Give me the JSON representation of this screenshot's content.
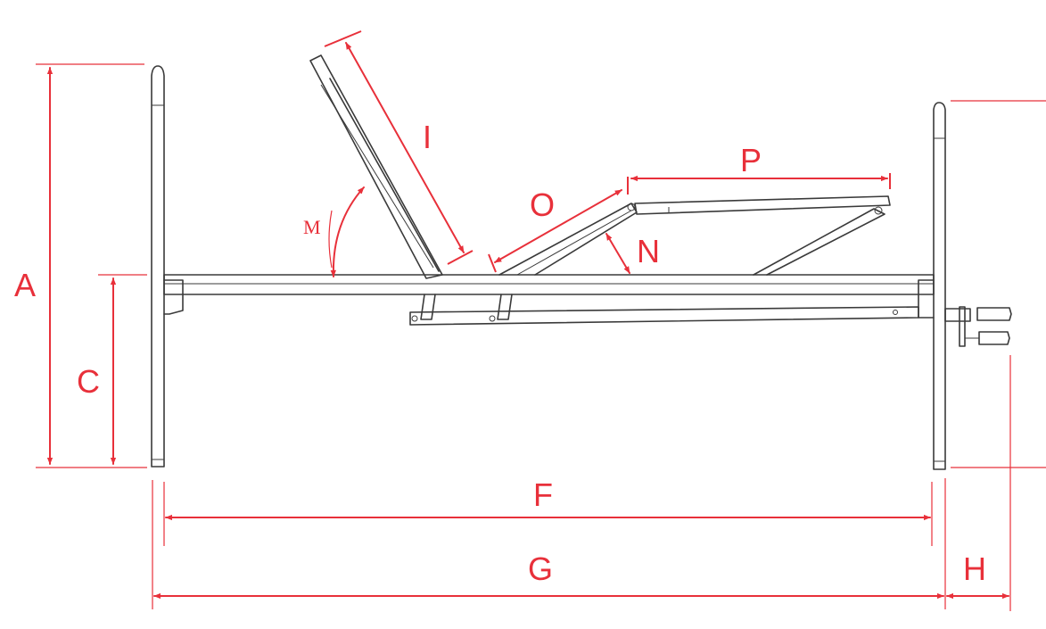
{
  "diagram": {
    "colors": {
      "dimension": "#e8303a",
      "frame": "#3a3a3a",
      "background": "#ffffff"
    },
    "labels": {
      "A": "A",
      "C": "C",
      "F": "F",
      "G": "G",
      "H": "H",
      "I": "I",
      "M": "M",
      "N": "N",
      "O": "O",
      "P": "P"
    }
  }
}
